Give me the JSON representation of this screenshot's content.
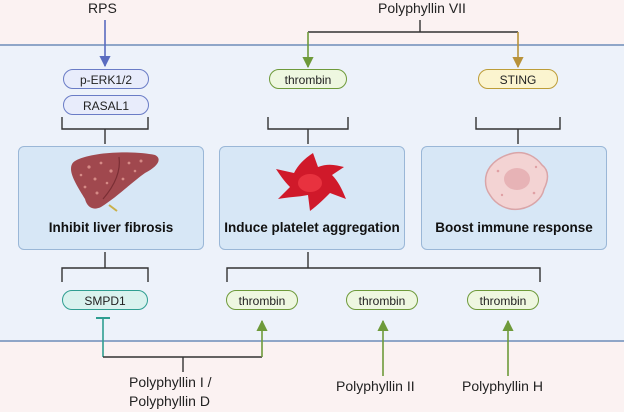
{
  "labels": {
    "rps": "RPS",
    "polyphyllin_vii": "Polyphyllin VII",
    "polyphyllin_i": "Polyphyllin I /",
    "polyphyllin_d": "Polyphyllin D",
    "polyphyllin_ii": "Polyphyllin II",
    "polyphyllin_h": "Polyphyllin H"
  },
  "top_targets": {
    "perk": "p-ERK1/2",
    "rasal1": "RASAL1",
    "thrombin": "thrombin",
    "sting": "STING"
  },
  "panels": [
    {
      "title": "Inhibit liver fibrosis",
      "icon": "liver-icon"
    },
    {
      "title": "Induce platelet aggregation",
      "icon": "platelet-icon"
    },
    {
      "title": "Boost immune response",
      "icon": "immune-cell-icon"
    }
  ],
  "bottom_targets": {
    "smpd1": "SMPD1",
    "thrombin_1": "thrombin",
    "thrombin_2": "thrombin",
    "thrombin_3": "thrombin"
  },
  "colors": {
    "blue": "#5a6cc0",
    "green": "#6e9a3a",
    "gold": "#b8923a",
    "teal": "#2f9e91",
    "band": "#edf2fa"
  }
}
